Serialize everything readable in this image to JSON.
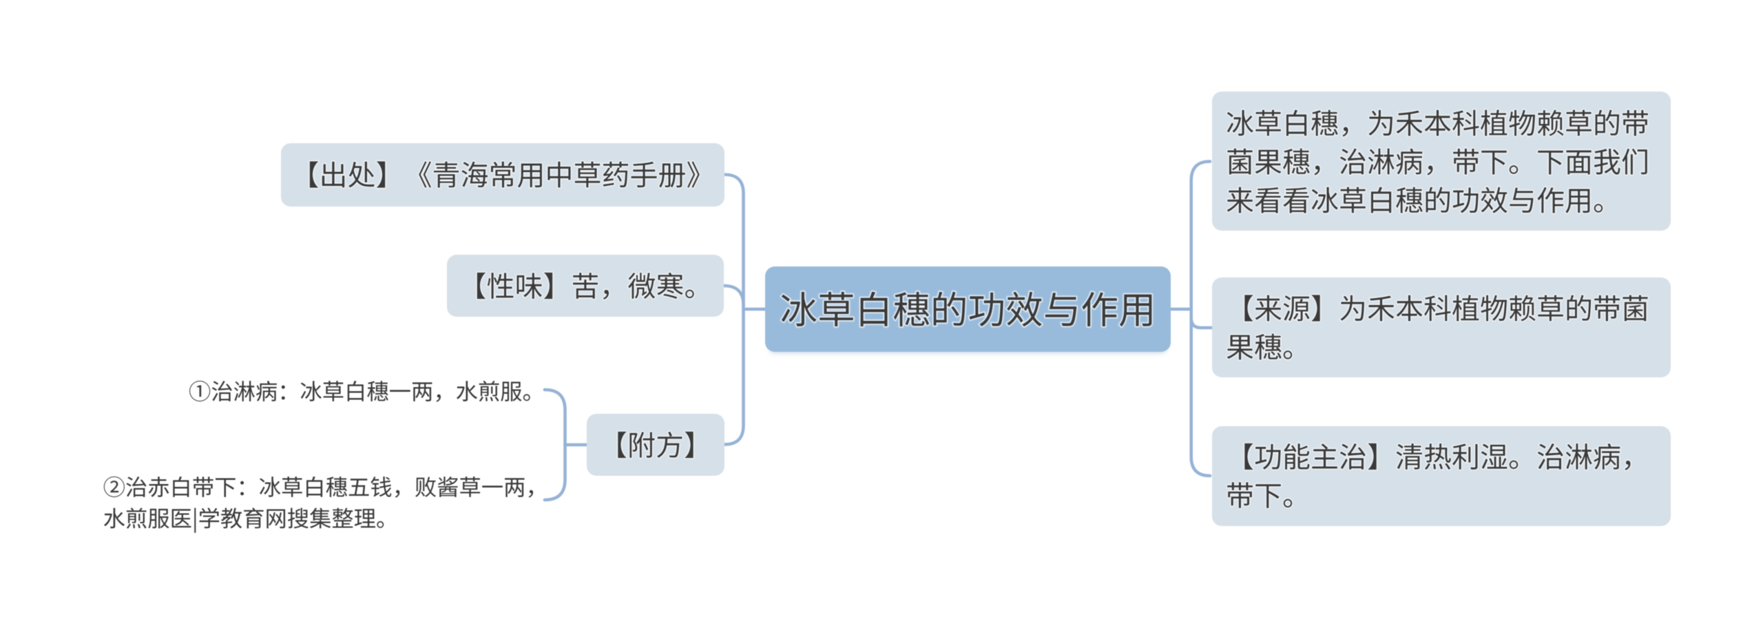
{
  "diagram": {
    "type": "mindmap",
    "title": "冰草白穗的功效与作用",
    "palette": {
      "background": "#ffffff",
      "branch_fill": "#d6e0e8",
      "central_fill": "#99bbdb",
      "connector": "#96b3d6",
      "text": "#3a3a3a"
    },
    "central_topic": {
      "text": "冰草白穗的功效与作用",
      "lines": [
        "冰草白穗的功效与作用"
      ]
    },
    "left_branches": [
      {
        "text": "【出处】《青海常用中草药手册》",
        "lines": [
          "【出处】《青海常用中草药手册》"
        ]
      },
      {
        "text": "【性味】苦，微寒。",
        "lines": [
          "【性味】苦，微寒。"
        ]
      },
      {
        "text": "【附方】",
        "lines": [
          "【附方】"
        ],
        "children": [
          {
            "text": "①治淋病：冰草白穗一两，水煎服。",
            "lines": [
              "①治淋病：冰草白穗一两，水煎服。"
            ]
          },
          {
            "text": "②治赤白带下：冰草白穗五钱，败酱草一两，水煎服医|学教育网搜集整理。",
            "lines": [
              "②治赤白带下：冰草白穗五钱，败酱草一两，",
              "水煎服医|学教育网搜集整理。"
            ]
          }
        ]
      }
    ],
    "right_branches": [
      {
        "text": "冰草白穗，为禾本科植物赖草的带菌果穗，治淋病，带下。下面我们来看看冰草白穗的功效与作用。",
        "lines": [
          "冰草白穗，为禾本科植物赖草的带",
          "菌果穗，治淋病，带下。下面我们",
          "来看看冰草白穗的功效与作用。"
        ]
      },
      {
        "text": "【来源】为禾本科植物赖草的带菌果穗。",
        "lines": [
          "【来源】为禾本科植物赖草的带菌",
          "果穗。"
        ]
      },
      {
        "text": "【功能主治】清热利湿。治淋病，带下。",
        "lines": [
          "【功能主治】清热利湿。治淋病，",
          "带下。"
        ]
      }
    ]
  }
}
